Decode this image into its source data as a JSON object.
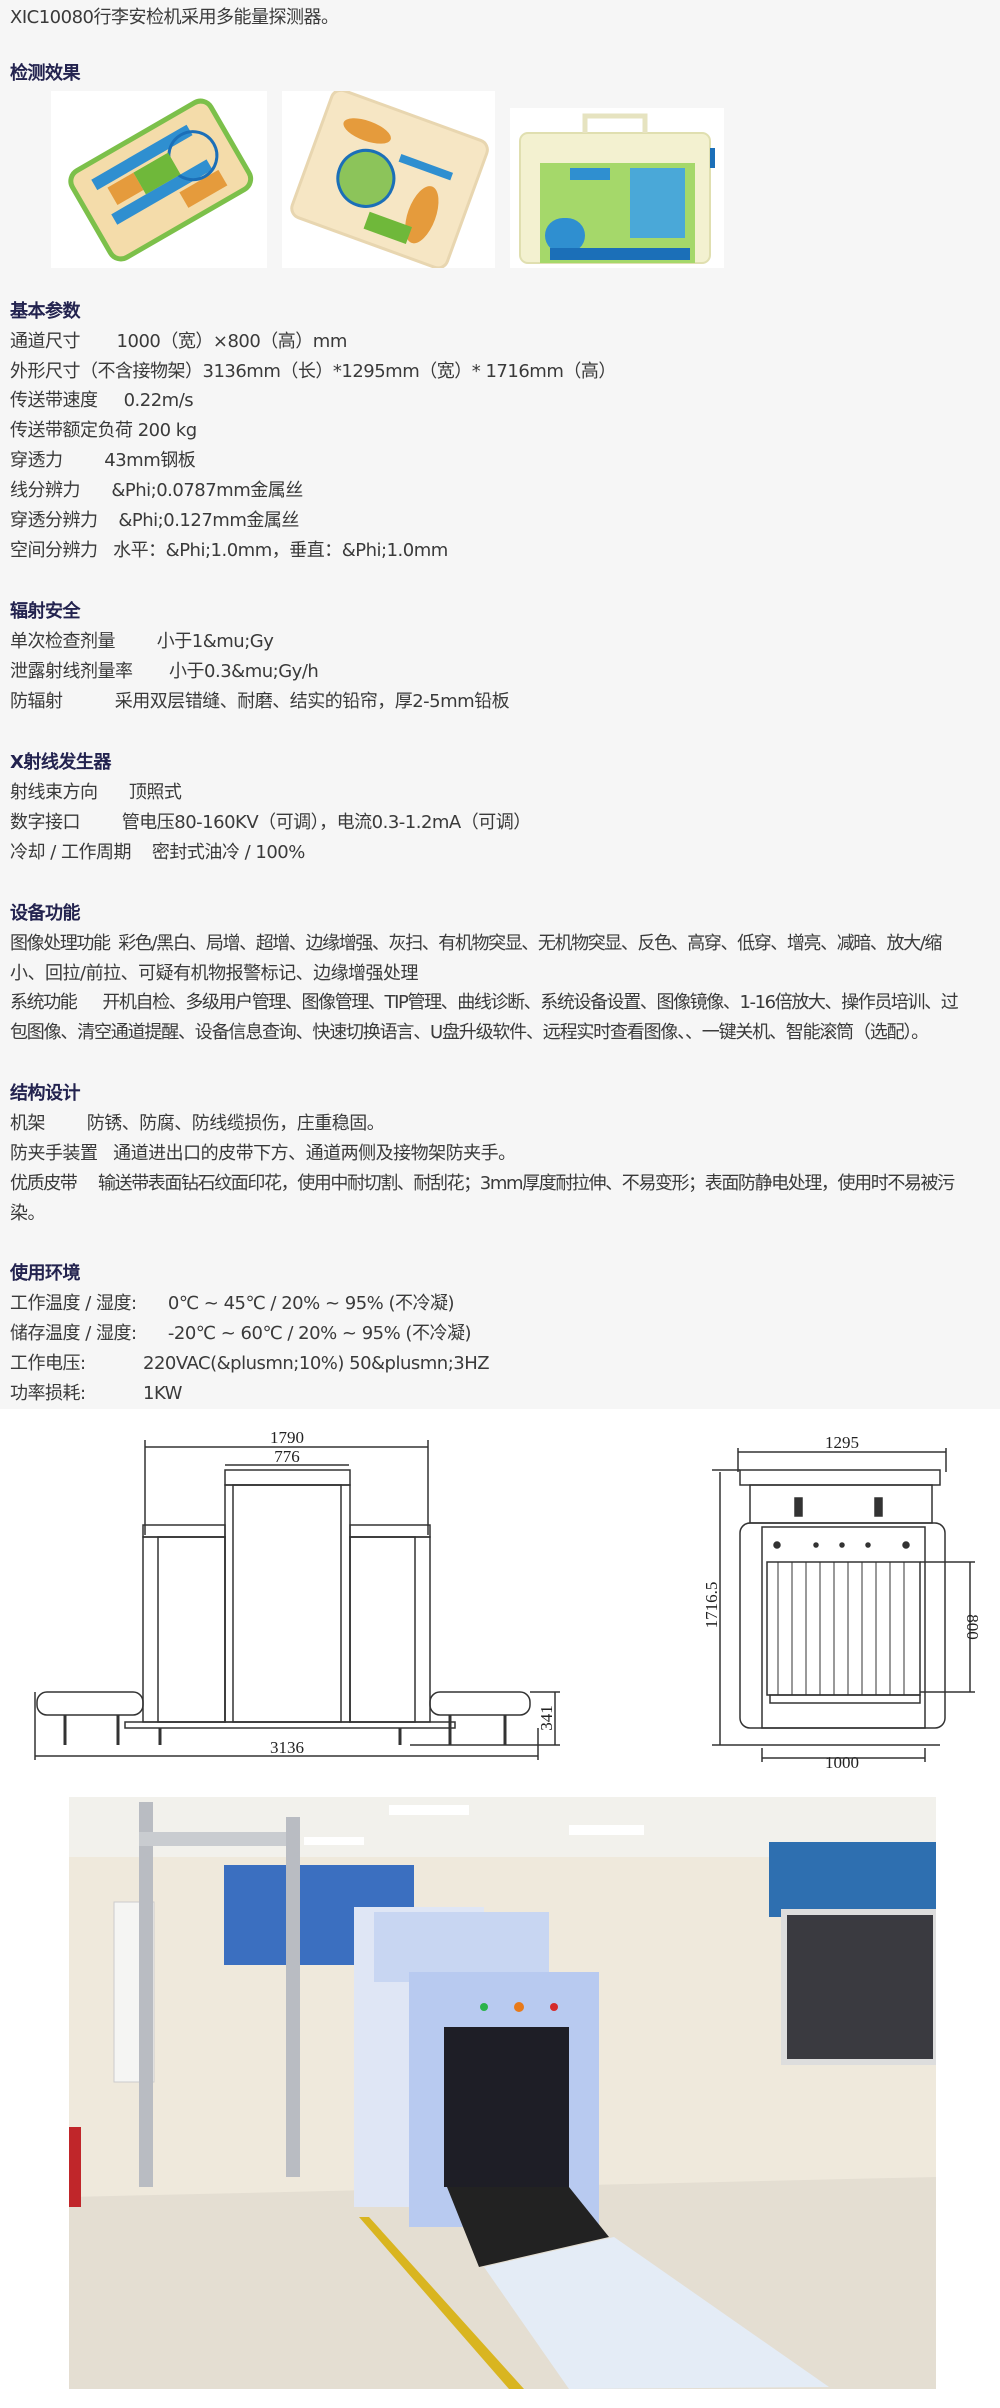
{
  "intro": "XIC10080行李安检机采用多能量探测器。",
  "sections": {
    "effect": {
      "title": "检测效果"
    },
    "basic": {
      "title": "基本参数",
      "rows": [
        "通道尺寸       1000（宽）×800（高）mm",
        "外形尺寸（不含接物架）3136mm（长）*1295mm（宽）* 1716mm（高）",
        "传送带速度     0.22m/s",
        "传送带额定负荷 200 kg",
        "穿透力        43mm钢板",
        "线分辨力      &Phi;0.0787mm金属丝",
        "穿透分辨力    &Phi;0.127mm金属丝",
        "空间分辨力   水平：&Phi;1.0mm，垂直：&Phi;1.0mm"
      ]
    },
    "radiation": {
      "title": "辐射安全",
      "rows": [
        "单次检查剂量        小于1&mu;Gy",
        "泄露射线剂量率       小于0.3&mu;Gy/h",
        "防辐射          采用双层错缝、耐磨、结实的铅帘，厚2-5mm铅板"
      ]
    },
    "generator": {
      "title": "X射线发生器",
      "rows": [
        "射线束方向      顶照式",
        "数字接口        管电压80-160KV（可调），电流0.3-1.2mA（可调）",
        "冷却 / 工作周期    密封式油冷 / 100%"
      ]
    },
    "functions": {
      "title": "设备功能",
      "rows": [
        "图像处理功能  彩色/黑白、局增、超增、边缘增强、灰扫、有机物突显、无机物突显、反色、高穿、低穿、增亮、减暗、放大/缩",
        "小、回拉/前拉、可疑有机物报警标记、边缘增强处理",
        "系统功能      开机自检、多级用户管理、图像管理、TIP管理、曲线诊断、系统设备设置、图像镜像、1-16倍放大、操作员培训、过",
        "包图像、清空通道提醒、设备信息查询、快速切换语言、U盘升级软件、远程实时查看图像、、一键关机、智能滚筒（选配）。"
      ]
    },
    "structure": {
      "title": "结构设计",
      "rows": [
        "机架        防锈、防腐、防线缆损伤，庄重稳固。",
        "防夹手装置   通道进出口的皮带下方、通道两侧及接物架防夹手。",
        "优质皮带     输送带表面钻石纹面印花，使用中耐切割、耐刮花；3mm厚度耐拉伸、不易变形；表面防静电处理，使用时不易被污",
        "染。"
      ]
    },
    "environment": {
      "title": "使用环境",
      "rows": [
        "工作温度 / 湿度:      0℃ ~ 45℃ / 20% ~ 95% (不冷凝)",
        "储存温度 / 湿度:      -20℃ ~ 60℃ / 20% ~ 95% (不冷凝)",
        "工作电压:           220VAC(&plusmn;10%) 50&plusmn;3HZ",
        "功率损耗:           1KW"
      ]
    }
  },
  "drawing": {
    "front": {
      "overall_width": "1790",
      "channel_width": "776",
      "length": "3136",
      "conveyor_height": "341"
    },
    "side": {
      "width": "1295",
      "height": "1716.5",
      "tunnel_height": "800",
      "tunnel_width": "1000"
    }
  }
}
